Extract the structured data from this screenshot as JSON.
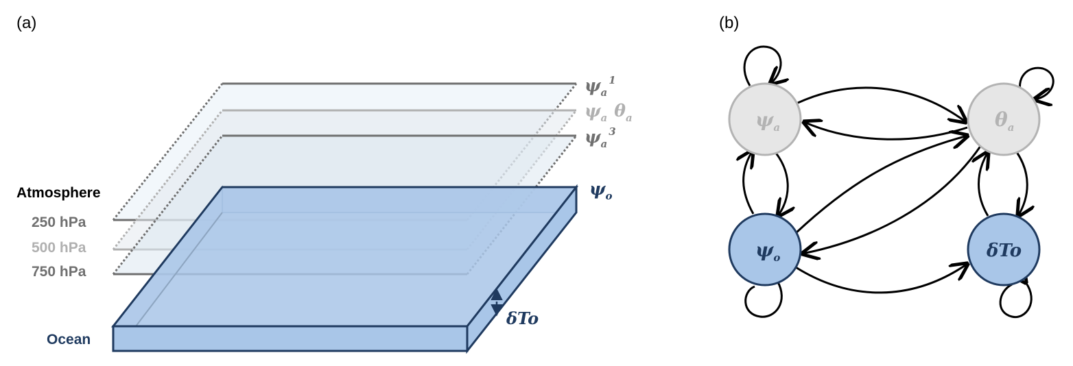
{
  "panels": {
    "a": "(a)",
    "b": "(b)"
  },
  "left": {
    "atmosphere_label": "Atmosphere",
    "ocean_label": "Ocean",
    "levels": [
      {
        "label": "250 hPa",
        "color": "#6f6f6f"
      },
      {
        "label": "500 hPa",
        "color": "#b0b0b0"
      },
      {
        "label": "750 hPa",
        "color": "#6f6f6f"
      }
    ],
    "layer_labels": [
      {
        "sym": "ψ",
        "sub": "a",
        "sup": "1",
        "color": "#6f6f6f"
      },
      {
        "sym": "ψ",
        "sub": "a",
        "extra_sym": "θ",
        "extra_sub": "a",
        "color": "#b0b0b0"
      },
      {
        "sym": "ψ",
        "sub": "a",
        "sup": "3",
        "color": "#6f6f6f"
      },
      {
        "sym": "ψ",
        "sub": "o",
        "color": "#1f3a5f"
      }
    ],
    "ocean_temp_label": "δTo",
    "colors": {
      "ocean_fill": "#a9c6e8",
      "ocean_edge": "#1f3a5f",
      "ocean_temp": "#1f3a5f",
      "atmo_text": "#000000"
    }
  },
  "right": {
    "nodes": [
      {
        "id": "psi_a",
        "sym": "ψ",
        "sub": "a",
        "fill": "#e6e6e6",
        "stroke": "#b3b3b3",
        "text": "#b3b3b3"
      },
      {
        "id": "theta_a",
        "sym": "θ",
        "sub": "a",
        "fill": "#e6e6e6",
        "stroke": "#b3b3b3",
        "text": "#b3b3b3"
      },
      {
        "id": "psi_o",
        "sym": "ψ",
        "sub": "o",
        "fill": "#a9c6e8",
        "stroke": "#1f3a5f",
        "text": "#1f3a5f"
      },
      {
        "id": "dTo",
        "sym": "δTo",
        "sub": "",
        "fill": "#a9c6e8",
        "stroke": "#1f3a5f",
        "text": "#1f3a5f"
      }
    ]
  }
}
